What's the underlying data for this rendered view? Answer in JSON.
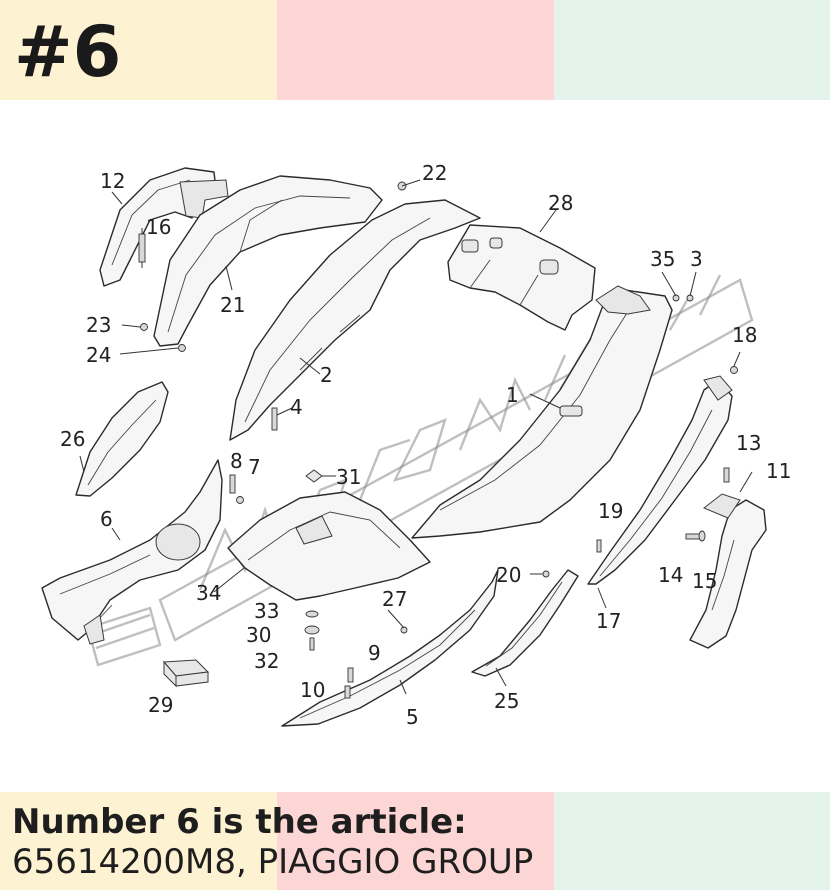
{
  "header": {
    "title": "#6"
  },
  "bands": {
    "colors": [
      "#fdf3d2",
      "#fcd6d4",
      "#e3f3ec"
    ]
  },
  "caption": {
    "line1": "Number 6 is the article:",
    "line2": "65614200M8, PIAGGIO GROUP"
  },
  "diagram": {
    "labels": {
      "p1": "1",
      "p2": "2",
      "p3": "3",
      "p4": "4",
      "p5": "5",
      "p6": "6",
      "p7": "7",
      "p8": "8",
      "p9": "9",
      "p10": "10",
      "p11": "11",
      "p12": "12",
      "p13": "13",
      "p14": "14",
      "p15": "15",
      "p16": "16",
      "p17": "17",
      "p18": "18",
      "p19": "19",
      "p20": "20",
      "p21": "21",
      "p22": "22",
      "p23": "23",
      "p24": "24",
      "p25": "25",
      "p26": "26",
      "p27": "27",
      "p28": "28",
      "p29": "29",
      "p30": "30",
      "p31": "31",
      "p32": "32",
      "p33": "33",
      "p34": "34",
      "p35": "35"
    }
  }
}
